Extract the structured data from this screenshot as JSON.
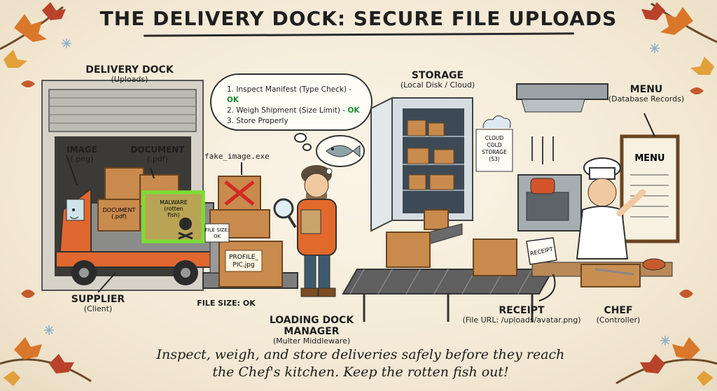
{
  "title": "THE DELIVERY DOCK: SECURE FILE UPLOADS",
  "labels": {
    "delivery_dock": {
      "main": "DELIVERY DOCK",
      "sub": "(Uploads)"
    },
    "image": {
      "main": "IMAGE",
      "sub": "(.png)"
    },
    "document": {
      "main": "DOCUMENT",
      "sub": "(.pdf)"
    },
    "supplier": {
      "main": "SUPPLIER",
      "sub": "(Client)"
    },
    "storage": {
      "main": "STORAGE",
      "sub": "(Local Disk / Cloud)"
    },
    "menu": {
      "main": "MENU",
      "sub": "(Database Records)"
    },
    "loading_dock_manager": {
      "main": "LOADING DOCK MANAGER",
      "sub": "(Multer Middleware)"
    },
    "receipt": {
      "main": "RECEIPT",
      "sub": "(File URL: /uploads/avatar.png)"
    },
    "chef": {
      "main": "CHEF",
      "sub": "(Controller)"
    },
    "file_size": "FILE SIZE: OK",
    "fake_image": "fake_image.exe"
  },
  "checklist": [
    {
      "text": "1. Inspect Manifest (Type Check) - ",
      "status": "OK"
    },
    {
      "text": "2. Weigh Shipment (Size Limit) - ",
      "status": "OK"
    },
    {
      "text": "3. Store Properly",
      "status": ""
    }
  ],
  "boxes": {
    "document_box": "DOCUMENT\n(.pdf)",
    "malware_box_1": "MALWARE",
    "malware_box_2": "(rotten",
    "malware_box_3": "fish)",
    "file_size_tag_1": "FILE SIZE:",
    "file_size_tag_2": "OK",
    "profile_pic_1": "PROFILE_",
    "profile_pic_2": "PIC.jpg",
    "cloud_1": "CLOUD",
    "cloud_2": "COLD",
    "cloud_3": "STORAGE",
    "cloud_4": "(S3)",
    "menu_board": "MENU",
    "receipt_slip": "RECEIPT"
  },
  "caption": {
    "line1": "Inspect, weigh, and store deliveries safely before they reach",
    "line2": "the Chef's kitchen. Keep the rotten fish out!"
  },
  "colors": {
    "truck": "#e0672f",
    "crate": "#c98a4d",
    "malware_glow": "#7ddc34",
    "reject": "#d22a22",
    "ok": "#1b8a2f",
    "jacket": "#e2692c",
    "leaf_orange": "#d9772a",
    "leaf_red": "#b8432a"
  }
}
